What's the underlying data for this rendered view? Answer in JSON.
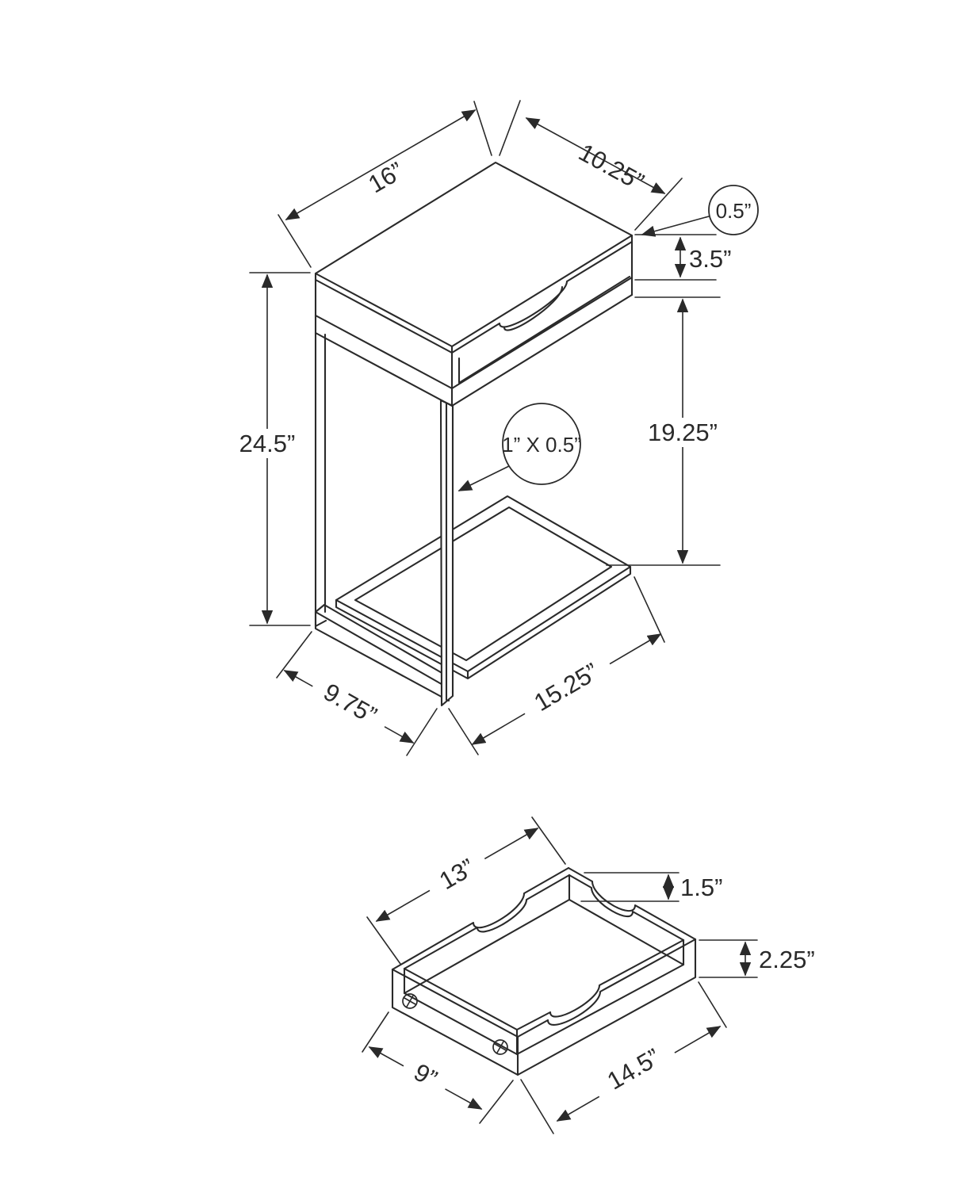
{
  "page": {
    "background_color": "#ffffff",
    "line_color": "#2a2a2a"
  },
  "main_view": {
    "dims": {
      "top_width": "16”",
      "top_depth": "10.25”",
      "top_thickness": "0.5”",
      "drawer_front_height": "3.5”",
      "overall_height": "24.5”",
      "shelf_clearance": "19.25”",
      "frame_tube": "1” X 0.5”",
      "base_depth": "9.75”",
      "base_width": "15.25”"
    }
  },
  "drawer_view": {
    "dims": {
      "inner_width": "13”",
      "inner_height": "1.5”",
      "outer_height": "2.25”",
      "outer_width": "14.5”",
      "outer_depth": "9”"
    }
  }
}
